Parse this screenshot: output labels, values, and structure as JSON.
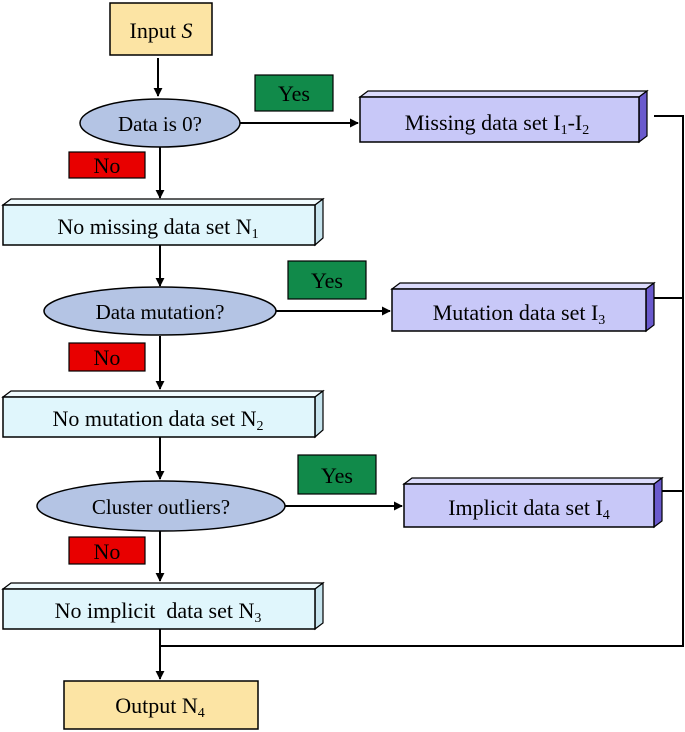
{
  "start": {
    "prefix": "Input ",
    "var": "S"
  },
  "decisions": [
    {
      "label": "Data is 0?",
      "yes": "Yes",
      "no": "No"
    },
    {
      "label": "Data mutation?",
      "yes": "Yes",
      "no": "No"
    },
    {
      "label": "Cluster outliers?",
      "yes": "Yes",
      "no": "No"
    }
  ],
  "yes_sets": [
    {
      "text": "Missing data set I",
      "sub": "1",
      "mid": "-I",
      "sub2": "2"
    },
    {
      "text": "Mutation data set I",
      "sub": "3"
    },
    {
      "text": "Implicit data set I",
      "sub": "4"
    }
  ],
  "no_sets": [
    {
      "text": "No missing data set N",
      "sub": "1"
    },
    {
      "text": "No mutation data set N",
      "sub": "2"
    },
    {
      "text": "No implicit  data set N",
      "sub": "3"
    }
  ],
  "output": {
    "text": "Output N",
    "sub": "4"
  },
  "colors": {
    "terminal": "#fce4a4",
    "decision": "#b4c4e4",
    "process_light": "#e0f6fc",
    "process_purple": "#c8c8f8",
    "yes_bg": "#118a4a",
    "no_bg": "#e80000",
    "stroke": "#000000"
  }
}
